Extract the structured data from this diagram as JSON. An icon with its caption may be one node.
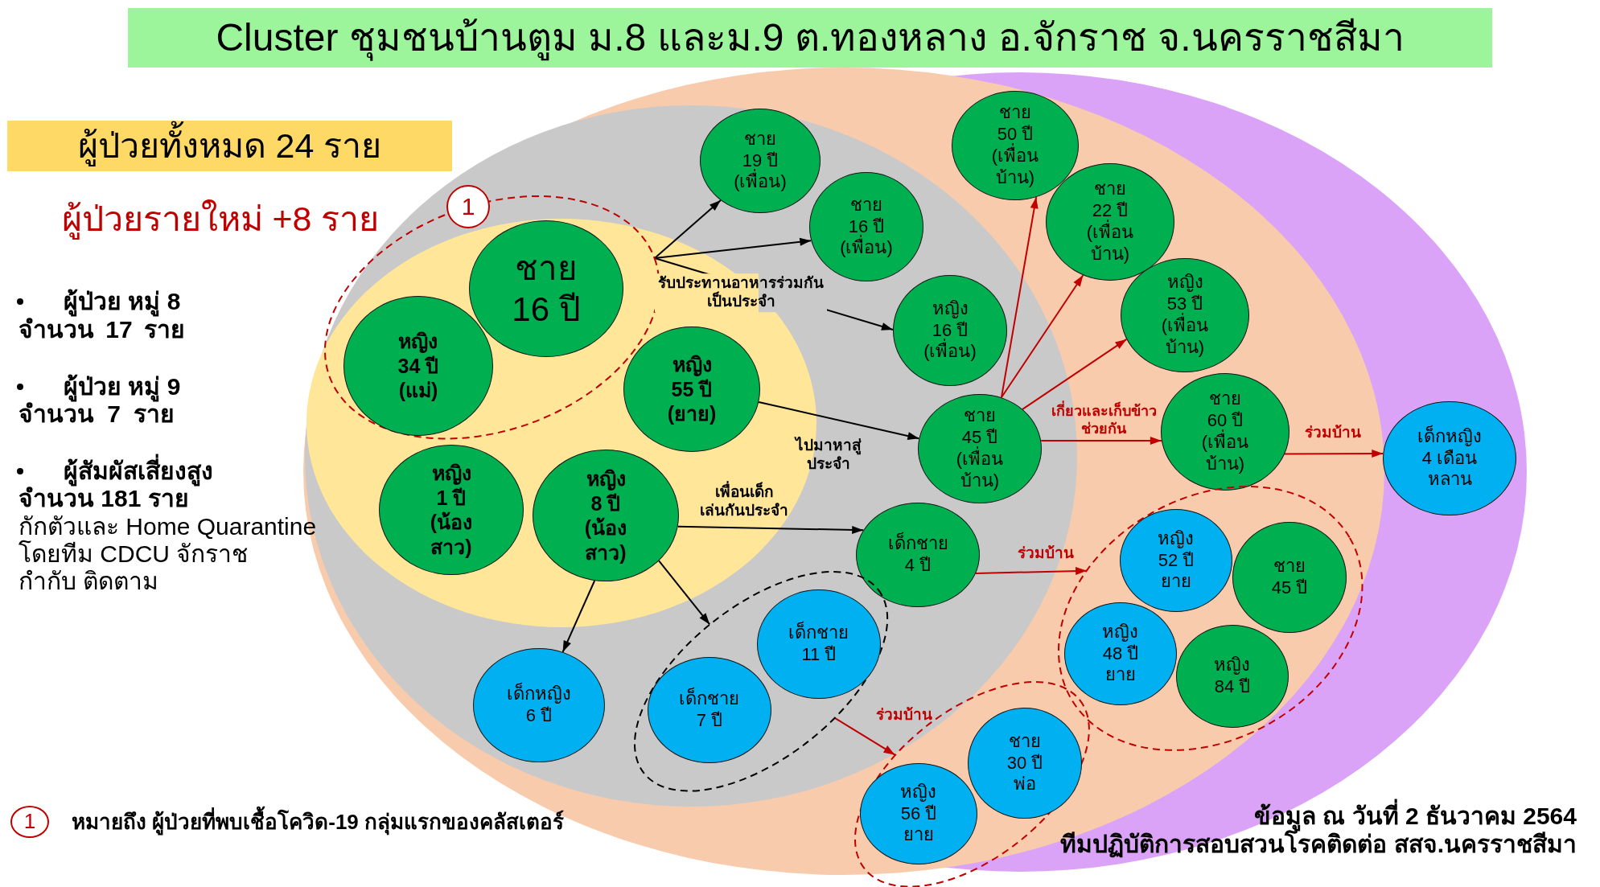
{
  "diagram": {
    "title": "Cluster ชุมชนบ้านตูม ม.8 และม.9 ต.ทองหลาง อ.จักราช จ.นครราชสีมา",
    "nodes": [
      {
        "text": [
          "ผู้ป่วยทั้งหมด 24 ราย"
        ]
      },
      {
        "text": [],
        "shape": "ellipse"
      },
      {
        "text": [
          "ชาย 16 ปี"
        ],
        "in": 1
      },
      {
        "text": [
          "หญิง 34 ปี (แม่)"
        ],
        "in": 1
      },
      {
        "text": [
          "ชาย 19 ปี (เพื่อน)"
        ]
      },
      {
        "text": [
          "ชาย 16 ปี (เพื่อน)"
        ]
      },
      {
        "text": [
          "หญิง 16 ปี (เพื่อน)"
        ]
      },
      {
        "text": [
          "หญิง 55 ปี (ยาย)"
        ]
      },
      {
        "text": [
          "ชาย 50 ปี (เพื่อน บ้าน)"
        ]
      },
      {
        "text": [
          "ชาย 22 ปี (เพื่อน บ้าน)"
        ]
      },
      {
        "text": [
          "หญิง 53 ปี (เพื่อน บ้าน)"
        ]
      },
      {
        "text": [
          "ชาย 45 ปี (เพื่อน บ้าน)"
        ]
      },
      {
        "text": [
          "ชาย 60 ปี (เพื่อน บ้าน)"
        ]
      },
      {
        "text": [
          "เด็กหญิง 4 เดือน หลาน"
        ]
      },
      {
        "text": [
          "หญิง 1 ปี (น้อง สาว)"
        ]
      },
      {
        "text": [
          "หญิง 8 ปี (น้อง สาว)"
        ]
      },
      {
        "text": [
          "เด็กชาย 4 ปี"
        ]
      },
      {
        "text": [],
        "shape": "ellipse"
      },
      {
        "text": [
          "หญิง 52 ปี ยาย"
        ],
        "in": 17
      },
      {
        "text": [
          "ชาย 45 ปี"
        ],
        "in": 17
      },
      {
        "text": [
          "หญิง 48 ปี ยาย"
        ],
        "in": 17
      },
      {
        "text": [
          "หญิง 84 ปี"
        ],
        "in": 17
      },
      {
        "text": [],
        "shape": "ellipse"
      },
      {
        "text": [
          "เด็กชาย 11 ปี"
        ],
        "in": 22
      },
      {
        "text": [
          "เด็กชาย 7 ปี"
        ],
        "in": 22
      },
      {
        "text": [
          "เด็กหญิง 6 ปี"
        ]
      },
      {
        "text": [],
        "shape": "ellipse"
      },
      {
        "text": [
          "ชาย 30 ปี พ่อ"
        ],
        "in": 26
      },
      {
        "text": [
          "หญิง 56 ปี ยาย"
        ],
        "in": 26
      }
    ],
    "edges": [
      {
        "from": 1,
        "to": 4,
        "arrow": "to"
      },
      {
        "from": 1,
        "to": 5,
        "arrow": "to"
      },
      {
        "from": 1,
        "to": 6,
        "arrow": "to",
        "label": "รับประทานอาหารร่วมกัน เป็นประจำ"
      },
      {
        "from": 7,
        "to": 11,
        "arrow": "to",
        "label": "ไปมาหาสู่ ประจำ"
      },
      {
        "from": 11,
        "to": 8,
        "arrow": "to",
        "color": "#c00000"
      },
      {
        "from": 11,
        "to": 9,
        "arrow": "to",
        "color": "#c00000"
      },
      {
        "from": 11,
        "to": 10,
        "arrow": "to",
        "color": "#c00000",
        "label": "เกี่ยวและเก็บข้าว ช่วยกัน"
      },
      {
        "from": 11,
        "to": 12,
        "arrow": "to",
        "color": "#c00000"
      },
      {
        "from": 12,
        "to": 13,
        "arrow": "to",
        "color": "#c00000",
        "label": "ร่วมบ้าน"
      },
      {
        "from": 15,
        "to": 16,
        "arrow": "to",
        "label": "เพื่อนเด็ก เล่นกันประจำ"
      },
      {
        "from": 16,
        "to": 17,
        "arrow": "to",
        "color": "#c00000",
        "label": "ร่วมบ้าน"
      },
      {
        "from": 15,
        "to": 25,
        "arrow": "to"
      },
      {
        "from": 15,
        "to": 22,
        "arrow": "to"
      },
      {
        "from": 22,
        "to": 26,
        "arrow": "to",
        "color": "#c00000",
        "label": "ร่วมบ้าน"
      }
    ],
    "labels": [
      "ผู้ป่วยรายใหม่ +8 ราย",
      "ผู้ป่วย หมู่ 8",
      "จำนวน 17 ราย",
      "ผู้ป่วย หมู่ 9",
      "จำนวน 7 ราย",
      "ผู้สัมผัสเสี่ยงสูง",
      "จำนวน 181 ราย",
      "กักตัวและ Home Quarantine โดยทีม CDCU จักราช กำกับ ติดตาม",
      "1",
      "1",
      "หมายถึง ผู้ป่วยที่พบเชื้อโควิด-19 กลุ่มแรกของคลัสเตอร์",
      "ข้อมูล ณ วันที่ 2 ธันวาคม 2564",
      "ทีมปฏิบัติการสอบสวนโรคติดต่อ สสจ.นครราชสีมา"
    ]
  }
}
